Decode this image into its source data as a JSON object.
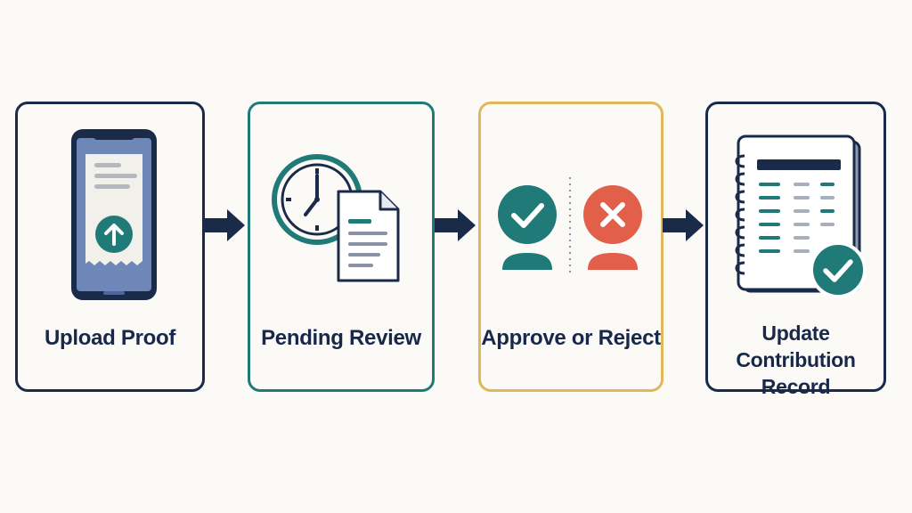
{
  "steps": [
    {
      "label": "Upload Proof",
      "icon": "phone-upload-icon"
    },
    {
      "label": "Pending Review",
      "icon": "clock-document-icon"
    },
    {
      "label": "Approve or Reject",
      "icon": "approve-reject-icon"
    },
    {
      "label_line1": "Update Contribution",
      "label_line2": "Record",
      "icon": "ledger-check-icon"
    }
  ],
  "colors": {
    "navy": "#1a2b4a",
    "teal": "#1f7a78",
    "gold": "#e0b75a",
    "red": "#e2604a",
    "background": "#fbfaf7"
  }
}
